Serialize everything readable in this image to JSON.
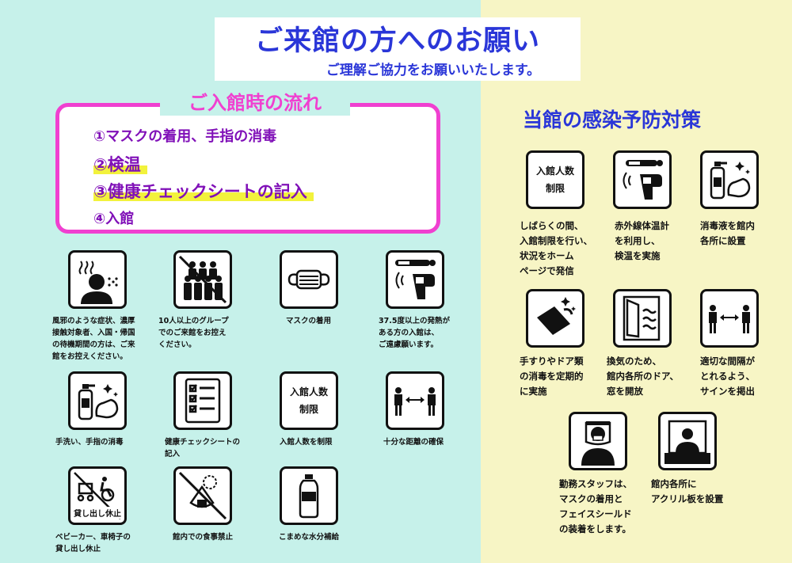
{
  "header": {
    "title": "ご来館の方へのお願い",
    "subtitle": "ご理解ご協力をお願いいたします。"
  },
  "flow": {
    "title": "ご入館時の流れ",
    "items": [
      "①マスクの着用、手指の消毒",
      "②検温",
      "③健康チェックシートの記入",
      "④入館"
    ]
  },
  "left_items": [
    {
      "caption": [
        "風邪のような症状、濃厚",
        "接触対象者、入国・帰国",
        "の待機期間の方は、ご来",
        "館をお控えください。"
      ]
    },
    {
      "caption": [
        "10人以上のグループ",
        "でのご来館をお控え",
        "ください。"
      ]
    },
    {
      "caption": [
        "マスクの着用"
      ]
    },
    {
      "caption": [
        "37.5度以上の発熱が",
        "ある方の入館は、",
        "ご遠慮願います。"
      ]
    },
    {
      "caption": [
        "手洗い、手指の消毒"
      ]
    },
    {
      "caption": [
        "健康チェックシートの",
        "記入"
      ]
    },
    {
      "caption": [
        "入館人数を制限"
      ],
      "icon_text": [
        "入館人数",
        "制限"
      ]
    },
    {
      "caption": [
        "十分な距離の確保"
      ]
    },
    {
      "caption": [
        "ベビーカー、車椅子の",
        "貸し出し休止"
      ],
      "icon_text": [
        "貸し出し休止"
      ]
    },
    {
      "caption": [
        "館内での食事禁止"
      ]
    },
    {
      "caption": [
        "こまめな水分補給"
      ]
    }
  ],
  "right_title": "当館の感染予防対策",
  "right_items": [
    {
      "caption": [
        "しばらくの間、",
        "入館制限を行い、",
        "状況をホーム",
        "ページで発信"
      ],
      "icon_text": [
        "入館人数",
        "制限"
      ]
    },
    {
      "caption": [
        "赤外線体温計",
        "を利用し、",
        "検温を実施"
      ]
    },
    {
      "caption": [
        "消毒液を館内",
        "各所に設置"
      ]
    },
    {
      "caption": [
        "手すりやドア類",
        "の消毒を定期的",
        "に実施"
      ]
    },
    {
      "caption": [
        "換気のため、",
        "館内各所のドア、",
        "窓を開放"
      ]
    },
    {
      "caption": [
        "適切な間隔が",
        "とれるよう、",
        "サインを掲出"
      ]
    },
    {
      "caption": [
        "勤務スタッフは、",
        "マスクの着用と",
        "フェイスシールド",
        "の装着をします。"
      ]
    },
    {
      "caption": [
        "館内各所に",
        "アクリル板を設置"
      ]
    }
  ],
  "colors": {
    "left_bg": "#c6f1ea",
    "right_bg": "#f7f5c5",
    "title_blue": "#2a36d8",
    "flow_pink": "#f040d0",
    "flow_purple": "#8010b8",
    "highlight": "#f2f23c"
  }
}
